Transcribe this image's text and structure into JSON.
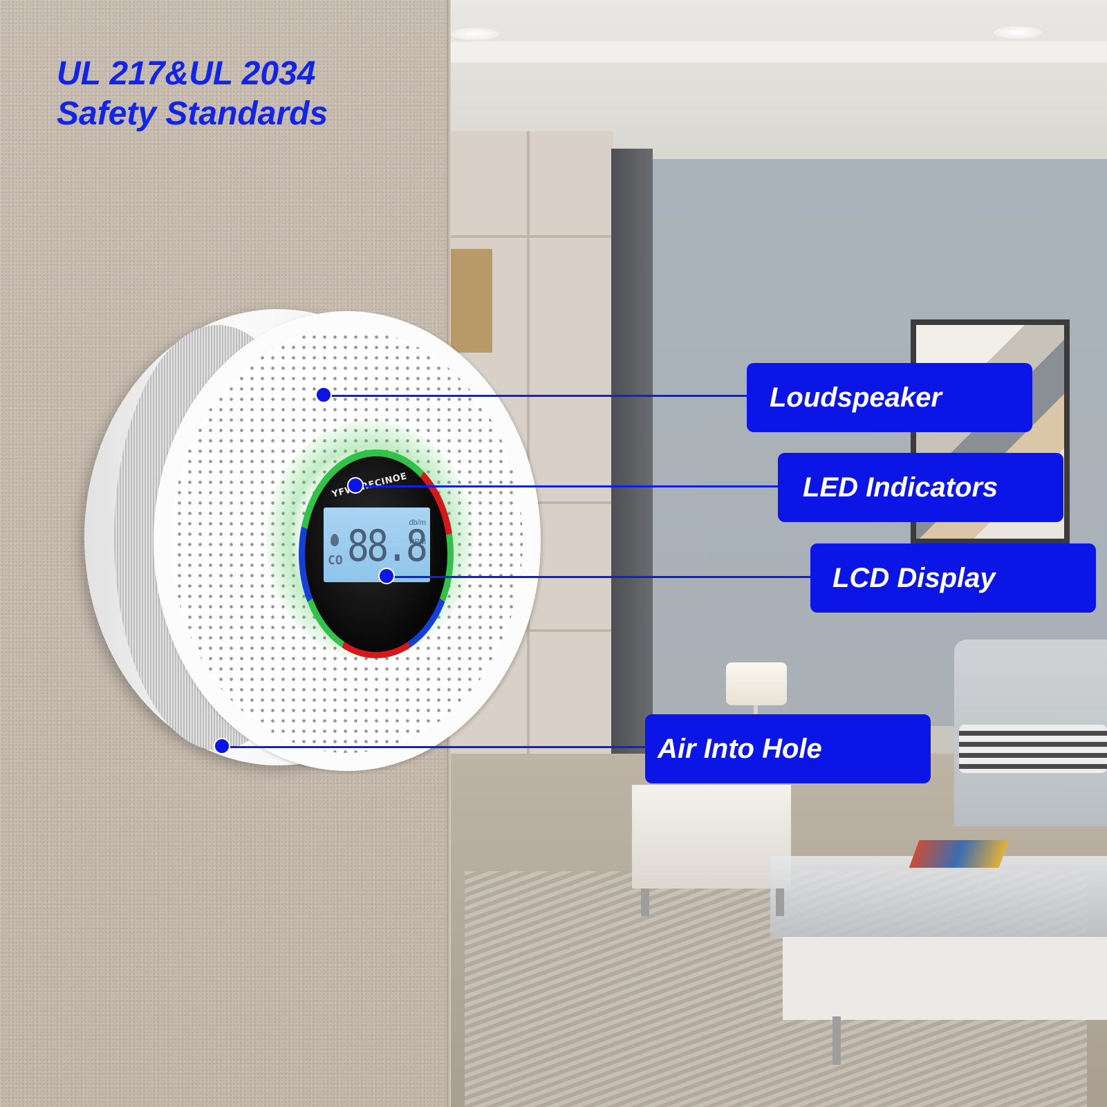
{
  "title": {
    "line1": "UL 217&UL 2034",
    "line2": "Safety Standards"
  },
  "device": {
    "brand": "YFWSRECINOE",
    "lcd": {
      "co_label": "CO",
      "digits": "88.8",
      "unit_top": "db/m",
      "unit_bottom": "PPM"
    }
  },
  "callouts": [
    {
      "label": "Loudspeaker"
    },
    {
      "label": "LED Indicators"
    },
    {
      "label": "LCD Display"
    },
    {
      "label": "Air Into Hole"
    }
  ],
  "colors": {
    "accent_blue": "#0a15e6",
    "title_blue": "#1224e8",
    "led_green": "#32c24a",
    "led_red": "#d6171b",
    "led_blue": "#1540d8",
    "lcd_backlight": "#9ccbee"
  }
}
